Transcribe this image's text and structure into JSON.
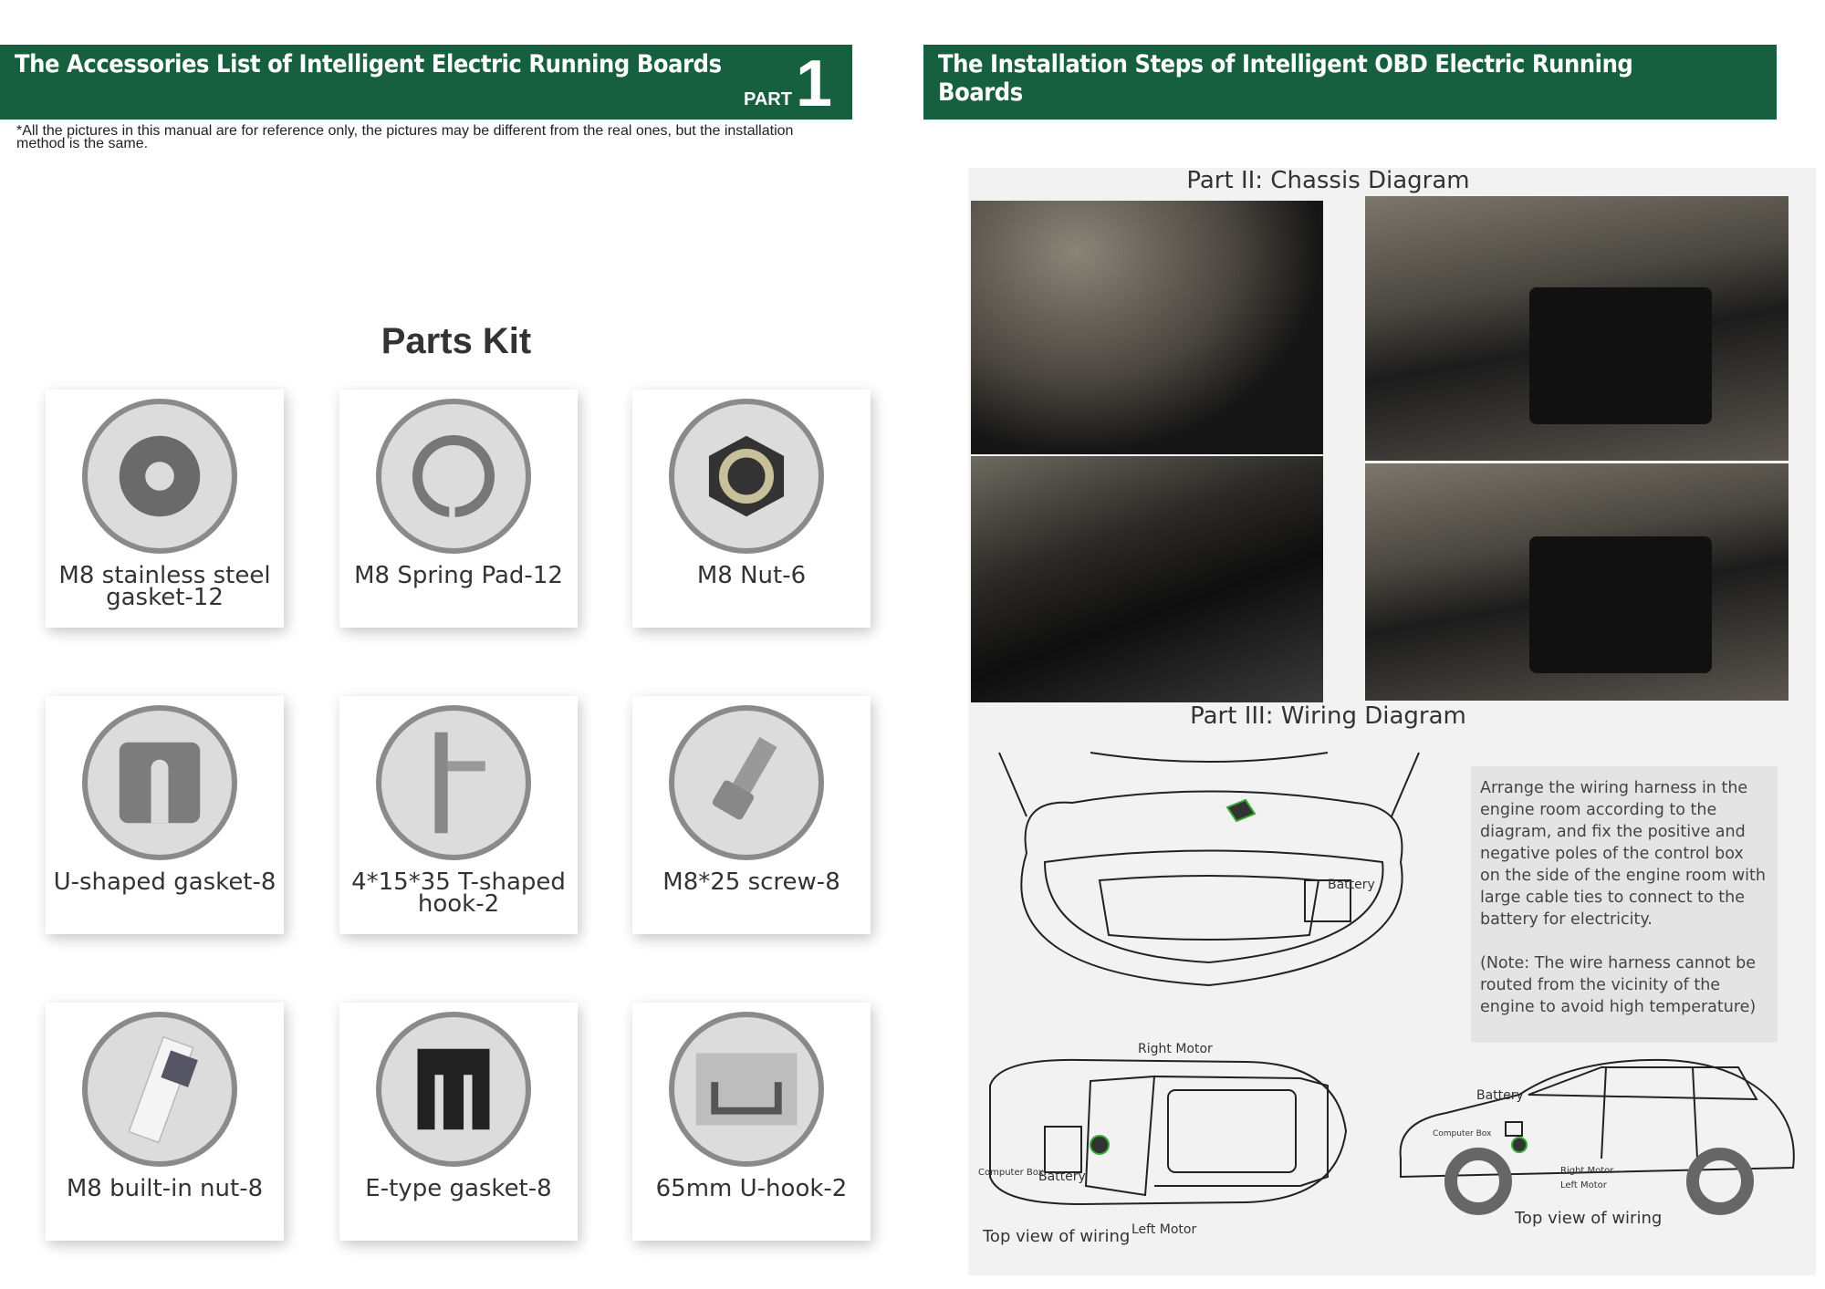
{
  "left": {
    "header": {
      "title": "The Accessories List of Intelligent Electric Running Boards",
      "part_word": "PART",
      "part_number": "1"
    },
    "note": "*All the pictures in this manual are for reference only, the pictures may be different from the real ones, but the installation method is the same.",
    "kit_title": "Parts Kit",
    "parts": [
      {
        "label": "M8 stainless steel gasket-12",
        "icon": "flat-washer"
      },
      {
        "label": "M8 Spring Pad-12",
        "icon": "spring-washer"
      },
      {
        "label": "M8 Nut-6",
        "icon": "hex-nut"
      },
      {
        "label": "U-shaped gasket-8",
        "icon": "u-shim"
      },
      {
        "label": "4*15*35 T-shaped hook-2",
        "icon": "t-hook"
      },
      {
        "label": "M8*25 screw-8",
        "icon": "socket-screw"
      },
      {
        "label": "M8 built-in nut-8",
        "icon": "built-in-nut"
      },
      {
        "label": "E-type gasket-8",
        "icon": "e-shim"
      },
      {
        "label": "65mm U-hook-2",
        "icon": "u-hook"
      }
    ]
  },
  "right": {
    "header": {
      "title": "The Installation Steps of Intelligent OBD Electric Running Boards"
    },
    "chassis_title": "Part II: Chassis Diagram",
    "wiring_title": "Part III: Wiring Diagram",
    "instructions": "Arrange the wiring harness in the engine room according to the diagram, and fix the positive and negative poles of the control box on the side of the engine room with large cable ties to connect to the battery for electricity.",
    "note": "(Note: The wire harness cannot be routed from the vicinity of the engine to avoid high temperature)",
    "engine_label": "Battery",
    "top_view": {
      "right_motor": "Right Motor",
      "left_motor": "Left Motor",
      "computer_box": "Computer Box",
      "battery": "Battery",
      "caption": "Top view of wiring"
    },
    "side_view": {
      "battery": "Battery",
      "computer_box": "Computer Box",
      "right_motor": "Right Motor",
      "left_motor": "Left Motor",
      "caption": "Top view of wiring"
    }
  },
  "colors": {
    "header_green": "#17603f",
    "panel_gray": "#f2f2f2",
    "textbox_gray": "#e4e4e4"
  }
}
